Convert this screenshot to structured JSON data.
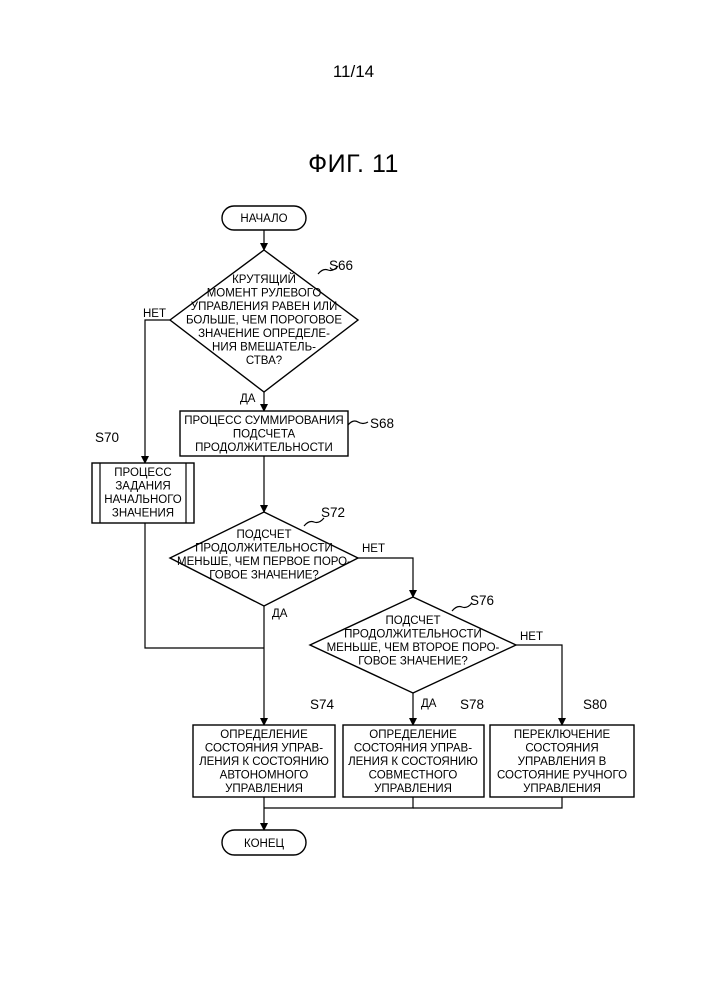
{
  "page_number": "11/14",
  "figure_title": "ФИГ. 11",
  "nodes": {
    "start": {
      "lines": [
        "НАЧАЛО"
      ]
    },
    "s66": {
      "step": "S66",
      "lines": [
        "КРУТЯЩИЙ",
        "МОМЕНТ РУЛЕВОГО",
        "УПРАВЛЕНИЯ РАВЕН ИЛИ",
        "БОЛЬШЕ, ЧЕМ ПОРОГОВОЕ",
        "ЗНАЧЕНИЕ ОПРЕДЕЛЕ-",
        "НИЯ ВМЕШАТЕЛЬ-",
        "СТВА?"
      ]
    },
    "s68": {
      "step": "S68",
      "lines": [
        "ПРОЦЕСС СУММИРОВАНИЯ",
        "ПОДСЧЕТА",
        "ПРОДОЛЖИТЕЛЬНОСТИ"
      ]
    },
    "s70": {
      "step": "S70",
      "lines": [
        "ПРОЦЕСС",
        "ЗАДАНИЯ",
        "НАЧАЛЬНОГО",
        "ЗНАЧЕНИЯ"
      ]
    },
    "s72": {
      "step": "S72",
      "lines": [
        "ПОДСЧЕТ",
        "ПРОДОЛЖИТЕЛЬНОСТИ",
        "МЕНЬШЕ, ЧЕМ ПЕРВОЕ ПОРО-",
        "ГОВОЕ ЗНАЧЕНИЕ?"
      ]
    },
    "s76": {
      "step": "S76",
      "lines": [
        "ПОДСЧЕТ",
        "ПРОДОЛЖИТЕЛЬНОСТИ",
        "МЕНЬШЕ, ЧЕМ ВТОРОЕ ПОРО-",
        "ГОВОЕ ЗНАЧЕНИЕ?"
      ]
    },
    "s74": {
      "step": "S74",
      "lines": [
        "ОПРЕДЕЛЕНИЕ",
        "СОСТОЯНИЯ УПРАВ-",
        "ЛЕНИЯ К СОСТОЯНИЮ",
        "АВТОНОМНОГО",
        "УПРАВЛЕНИЯ"
      ]
    },
    "s78": {
      "step": "S78",
      "lines": [
        "ОПРЕДЕЛЕНИЕ",
        "СОСТОЯНИЯ УПРАВ-",
        "ЛЕНИЯ К СОСТОЯНИЮ",
        "СОВМЕСТНОГО",
        "УПРАВЛЕНИЯ"
      ]
    },
    "s80": {
      "step": "S80",
      "lines": [
        "ПЕРЕКЛЮЧЕНИЕ",
        "СОСТОЯНИЯ",
        "УПРАВЛЕНИЯ В",
        "СОСТОЯНИЕ РУЧНОГО",
        "УПРАВЛЕНИЯ"
      ]
    },
    "end": {
      "lines": [
        "КОНЕЦ"
      ]
    }
  },
  "branch_labels": {
    "s66_no": "НЕТ",
    "s66_yes": "ДА",
    "s72_no": "НЕТ",
    "s72_yes": "ДА",
    "s76_no": "НЕТ",
    "s76_yes": "ДА"
  }
}
